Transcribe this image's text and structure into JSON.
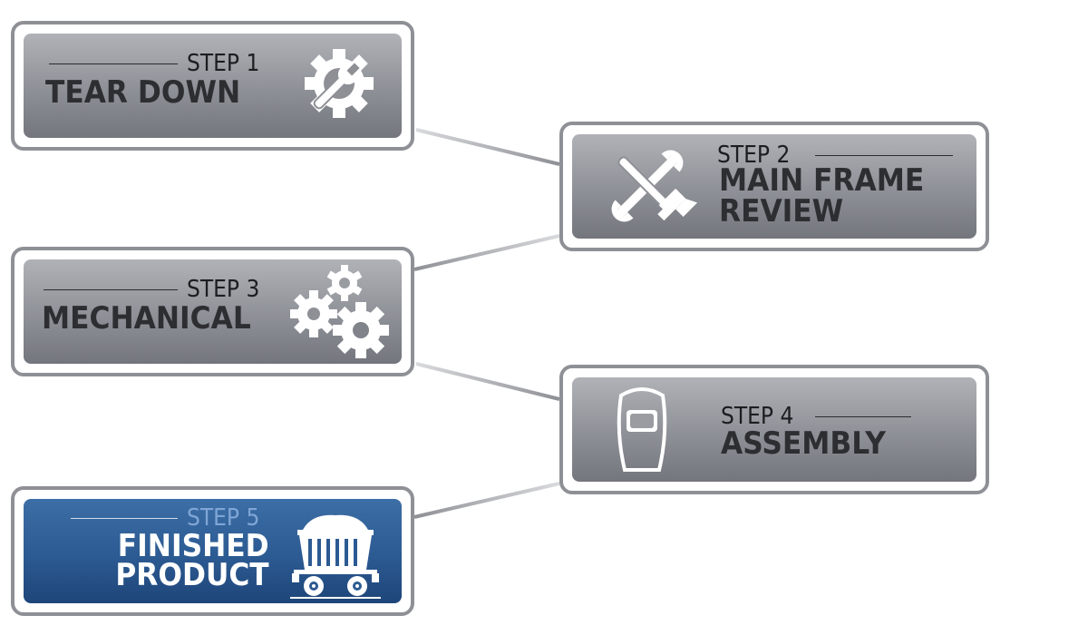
{
  "steps": [
    {
      "step_label": "STEP 1",
      "title_lines": [
        "TEAR DOWN"
      ],
      "icon": "gear-wrench-icon",
      "active": false
    },
    {
      "step_label": "STEP 2",
      "title_lines": [
        "MAIN FRAME",
        "REVIEW"
      ],
      "icon": "hammer-wrench-icon",
      "active": false
    },
    {
      "step_label": "STEP 3",
      "title_lines": [
        "MECHANICAL"
      ],
      "icon": "gears-icon",
      "active": false
    },
    {
      "step_label": "STEP 4",
      "title_lines": [
        "ASSEMBLY"
      ],
      "icon": "welding-mask-icon",
      "active": false
    },
    {
      "step_label": "STEP 5",
      "title_lines": [
        "FINISHED",
        "PRODUCT"
      ],
      "icon": "mine-cart-icon",
      "active": true
    }
  ],
  "colors": {
    "card_border": "#8e9096",
    "card_fill_top": "#b0b2b7",
    "card_fill_bottom": "#73767c",
    "active_fill_top": "#3d6ea6",
    "active_fill_bottom": "#1e4679",
    "title_text": "#2d2e31",
    "active_title_text": "#ffffff",
    "active_step_label": "#7fa6d6",
    "connector": "#9a9ca1"
  }
}
